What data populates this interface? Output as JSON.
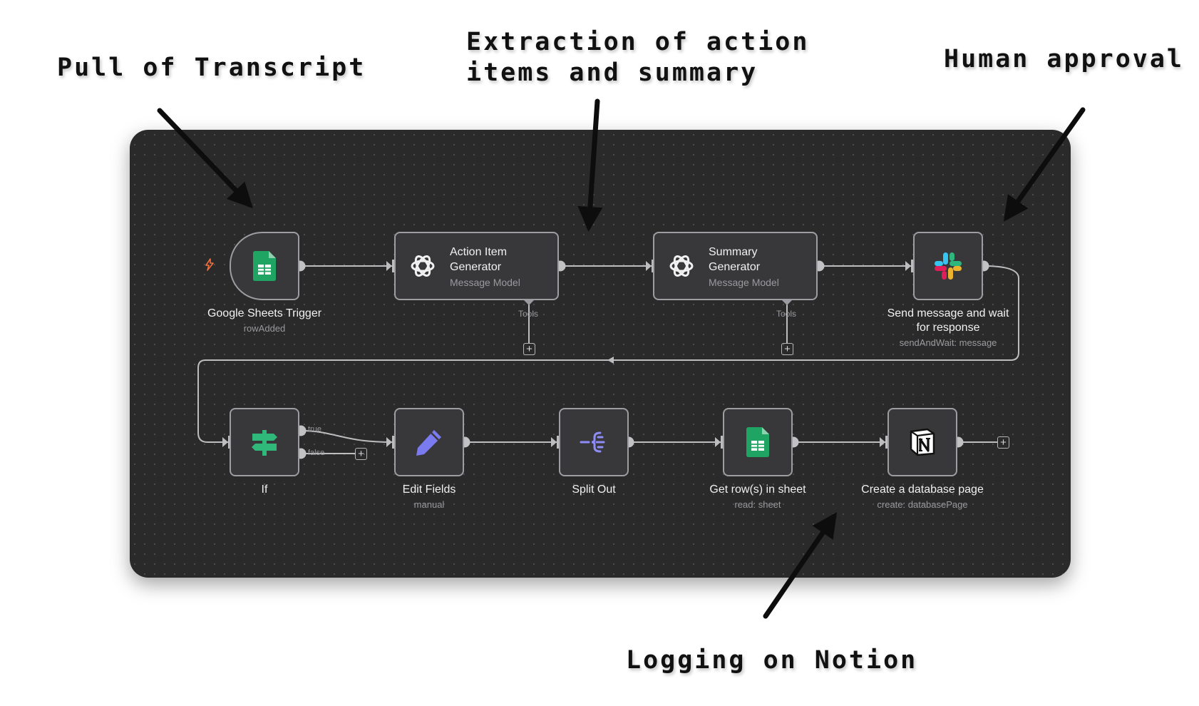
{
  "annotations": {
    "pull": "Pull of Transcript",
    "extraction": "Extraction of action\nitems and summary",
    "approval": "Human approval",
    "logging": "Logging on Notion"
  },
  "nodes": {
    "sheets_trigger": {
      "title": "Google Sheets Trigger",
      "subtitle": "rowAdded",
      "icon": "google-sheets-icon"
    },
    "action_item": {
      "title": "Action Item Generator",
      "subtitle": "Message Model",
      "tools_label": "Tools",
      "icon": "openai-icon"
    },
    "summary": {
      "title": "Summary Generator",
      "subtitle": "Message Model",
      "tools_label": "Tools",
      "icon": "openai-icon"
    },
    "slack": {
      "title": "Send message and wait for response",
      "subtitle": "sendAndWait: message",
      "icon": "slack-icon"
    },
    "if": {
      "title": "If",
      "true_label": "true",
      "false_label": "false",
      "icon": "if-signpost-icon"
    },
    "edit_fields": {
      "title": "Edit Fields",
      "subtitle": "manual",
      "icon": "pencil-icon"
    },
    "split_out": {
      "title": "Split Out",
      "icon": "split-out-icon"
    },
    "get_rows": {
      "title": "Get row(s) in sheet",
      "subtitle": "read: sheet",
      "icon": "google-sheets-icon"
    },
    "notion": {
      "title": "Create a database page",
      "subtitle": "create: databasePage",
      "icon": "notion-icon"
    }
  },
  "colors": {
    "canvas_bg": "#2a2a2b",
    "node_bg": "#38383a",
    "node_border": "#9d9da2",
    "wire": "#bdbdc0",
    "trigger_bolt": "#f26f3f",
    "sheets_green": "#1fa463",
    "edit_purple": "#7b7bf0",
    "split_purple": "#8e8df7"
  }
}
